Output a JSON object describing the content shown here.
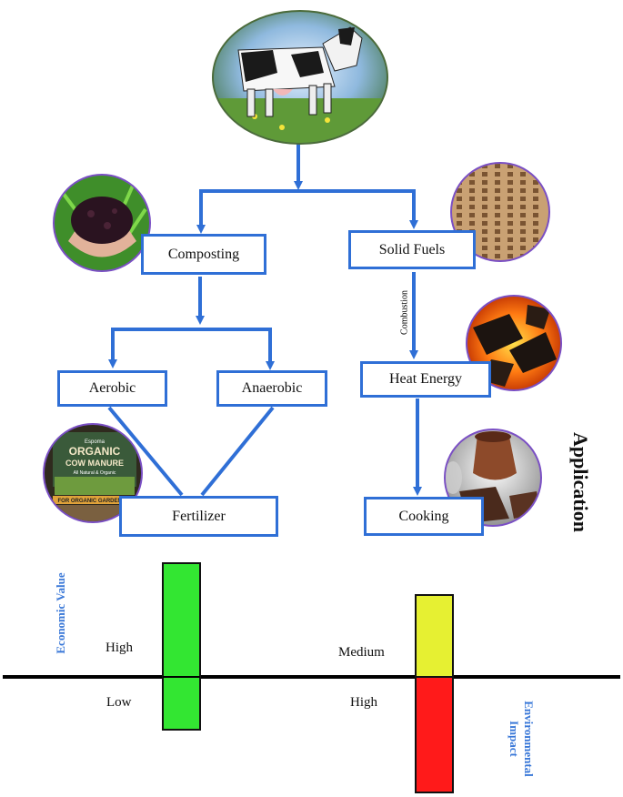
{
  "nodes": {
    "composting": "Composting",
    "solid_fuels": "Solid Fuels",
    "aerobic": "Aerobic",
    "anaerobic": "Anaerobic",
    "heat_energy": "Heat Energy",
    "fertilizer": "Fertilizer",
    "cooking": "Cooking"
  },
  "edge_labels": {
    "combustion": "Combustion"
  },
  "side_label": "Application",
  "bottom": {
    "economic_value_label": "Economic Value",
    "environmental_impact_label": "Environmental Impact",
    "fertilizer_econ_high": "High",
    "fertilizer_econ_low": "Low",
    "cooking_medium": "Medium",
    "cooking_high": "High"
  },
  "manure_bag": {
    "brand": "Espoma",
    "title1": "ORGANIC",
    "title2": "COW MANURE",
    "subtitle": "All Natural & Organic",
    "for_line": "FOR ORGANIC GARDENING"
  },
  "colors": {
    "arrow_blue": "#2f6fd6",
    "bar_green": "#33e632",
    "bar_yellow": "#e6f032",
    "bar_red": "#ff1a1a",
    "circle_border": "#7a4fc4"
  },
  "icons": [
    "cow-image",
    "compost-image",
    "dried-dung-image",
    "burning-coal-image",
    "manure-bag-image",
    "clay-stove-image"
  ]
}
